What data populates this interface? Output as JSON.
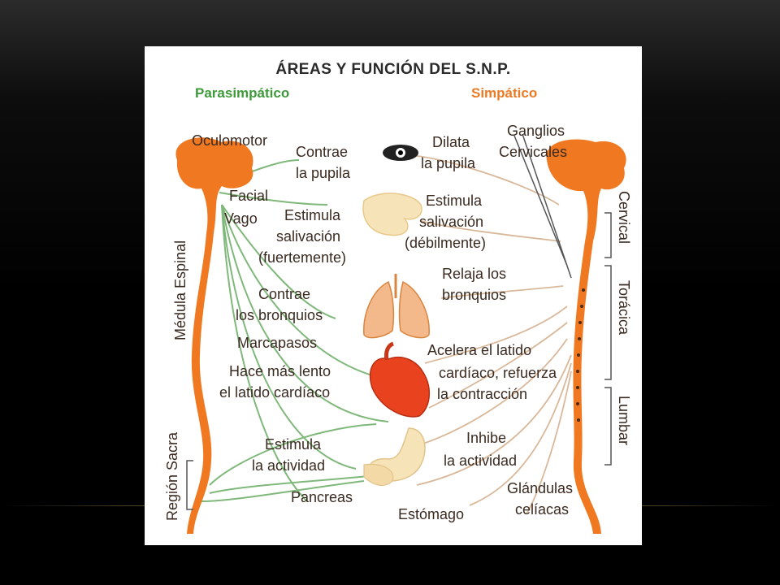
{
  "title": "ÁREAS Y FUNCIÓN DEL S.N.P.",
  "legend": {
    "parasympathetic": "Parasimpático",
    "sympathetic": "Simpático"
  },
  "colors": {
    "parasympathetic": "#3f9a3a",
    "sympathetic": "#ec7a25",
    "spine": "#f07820",
    "organ": "#f7e3b8"
  },
  "left_side": {
    "nerves": [
      "Oculomotor",
      "Facial",
      "Vago"
    ],
    "spine_label": "Médula Espinal",
    "sacral_label": "Región Sacra",
    "functions": {
      "eye_l1": "Contrae",
      "eye_l2": "la pupila",
      "saliva_l1": "Estimula",
      "saliva_l2": "salivación",
      "saliva_l3": "(fuertemente)",
      "bronchi_l1": "Contrae",
      "bronchi_l2": "los bronquios",
      "pacemaker": "Marcapasos",
      "heart_l1": "Hace más lento",
      "heart_l2": "el latido cardíaco",
      "stomach_l1": "Estimula",
      "stomach_l2": "la actividad"
    }
  },
  "right_side": {
    "ganglia_l1": "Ganglios",
    "ganglia_l2": "Cervicales",
    "regions": [
      "Cervical",
      "Torácica",
      "Lumbar"
    ],
    "functions": {
      "eye_l1": "Dilata",
      "eye_l2": "la pupila",
      "saliva_l1": "Estimula",
      "saliva_l2": "salivación",
      "saliva_l3": "(débilmente)",
      "bronchi_l1": "Relaja los",
      "bronchi_l2": "bronquios",
      "heart_l1": "Acelera el latido",
      "heart_l2": "cardíaco, refuerza",
      "heart_l3": "la contracción",
      "stomach_l1": "Inhibe",
      "stomach_l2": "la actividad",
      "celiac_l1": "Glándulas",
      "celiac_l2": "celíacas"
    }
  },
  "organs": {
    "pancreas": "Pancreas",
    "stomach": "Estómago"
  }
}
